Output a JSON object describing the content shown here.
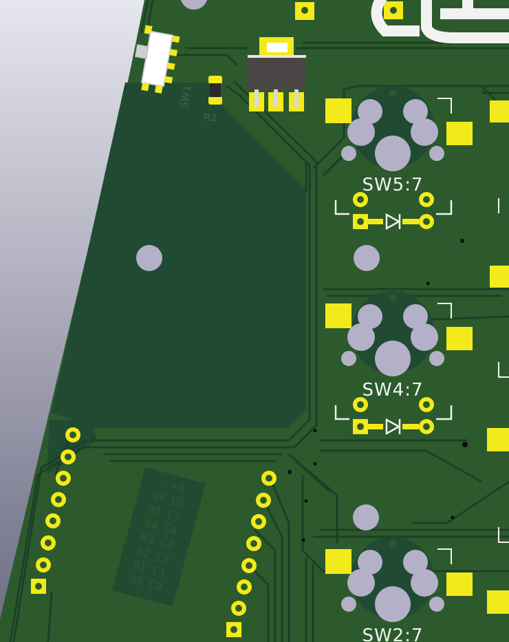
{
  "view": {
    "colors": {
      "background_top": "#e6e6ee",
      "background_bottom": "#6a6a82",
      "board": "#2c5a2c",
      "copper_pour": "#214a33",
      "trace": "#1d3f27",
      "pad": "#f2ea1a",
      "hole": "#b4b0c8",
      "silkscreen": "#f2f2f2",
      "silkscreen_dim": "#3a6a3a"
    }
  },
  "components": {
    "switch_power": {
      "ref": "SW1",
      "icon": "slide-switch-icon"
    },
    "resistor": {
      "ref": "R2",
      "icon": "resistor-icon"
    },
    "regulator": {
      "icon": "sot223-regulator-icon"
    },
    "key_switches": [
      {
        "ref": "SW5:7",
        "icon": "key-switch-footprint-icon"
      },
      {
        "ref": "SW4:7",
        "icon": "key-switch-footprint-icon"
      },
      {
        "ref": "SW2:7",
        "icon": "key-switch-footprint-icon"
      }
    ],
    "diode_icon": "diode-icon"
  },
  "connector_silk": {
    "rows": [
      "−  +B",
      "+V C6",
      "R5 C5",
      "R4 C4",
      "R3 C3",
      "R2 C2",
      "R1 C1",
      "R0 C0"
    ]
  }
}
